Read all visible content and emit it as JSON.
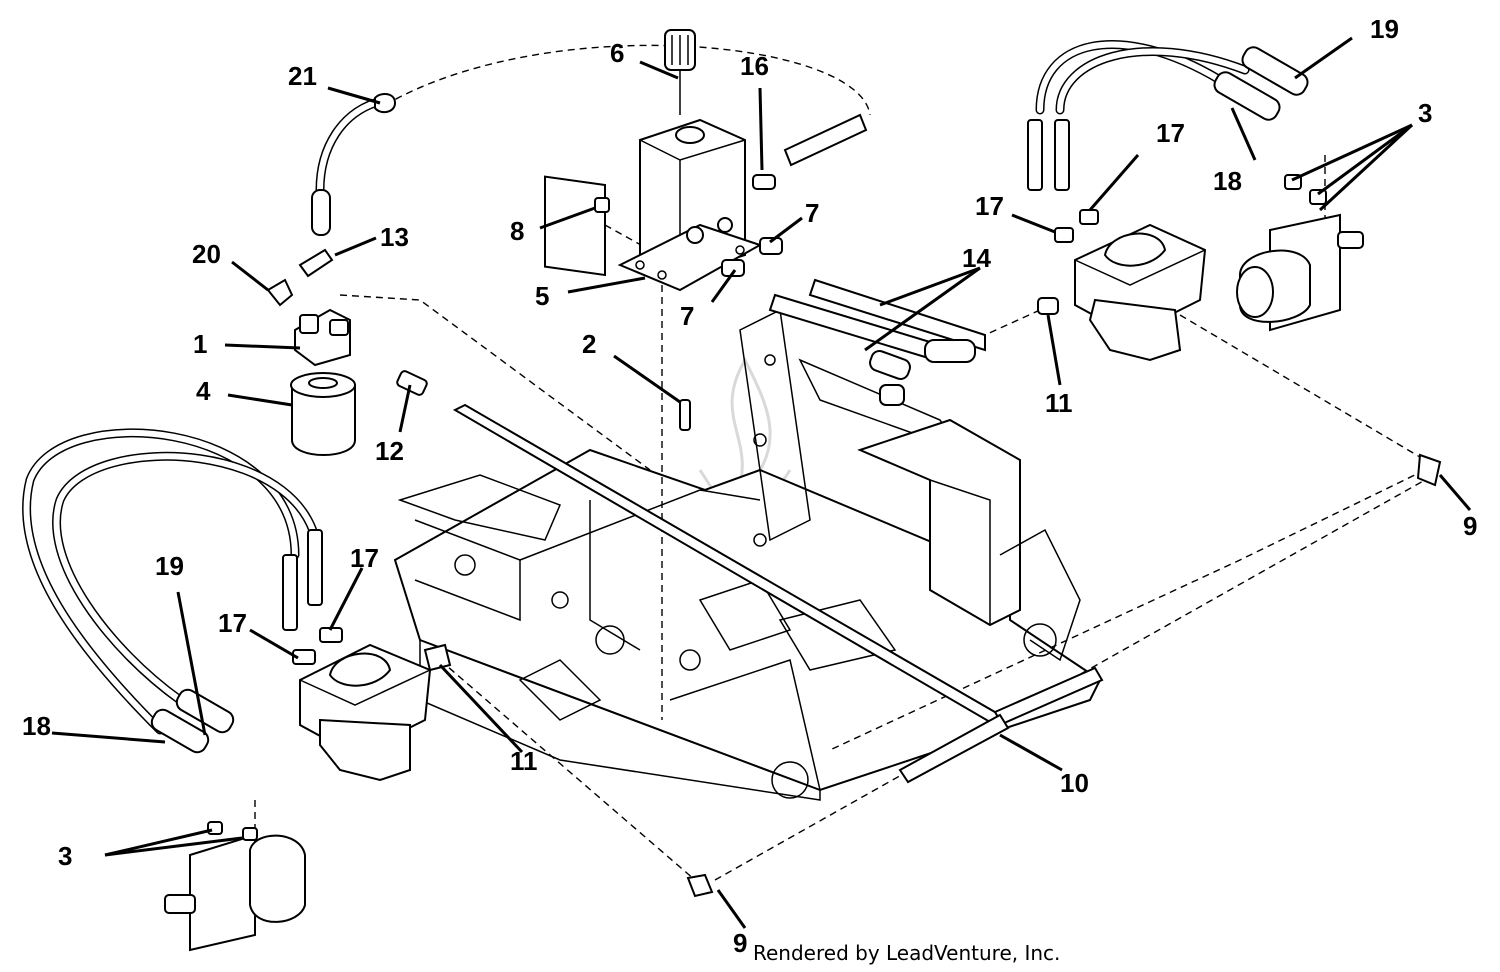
{
  "callouts": [
    {
      "label": "21"
    },
    {
      "label": "6"
    },
    {
      "label": "16"
    },
    {
      "label": "19"
    },
    {
      "label": "3"
    },
    {
      "label": "13"
    },
    {
      "label": "20"
    },
    {
      "label": "8"
    },
    {
      "label": "7"
    },
    {
      "label": "17"
    },
    {
      "label": "17"
    },
    {
      "label": "18"
    },
    {
      "label": "14"
    },
    {
      "label": "5"
    },
    {
      "label": "7"
    },
    {
      "label": "1"
    },
    {
      "label": "2"
    },
    {
      "label": "4"
    },
    {
      "label": "12"
    },
    {
      "label": "11"
    },
    {
      "label": "9"
    },
    {
      "label": "19"
    },
    {
      "label": "17"
    },
    {
      "label": "17"
    },
    {
      "label": "18"
    },
    {
      "label": "11"
    },
    {
      "label": "10"
    },
    {
      "label": "3"
    },
    {
      "label": "9"
    }
  ],
  "footer": {
    "text": "Rendered by LeadVenture, Inc."
  }
}
